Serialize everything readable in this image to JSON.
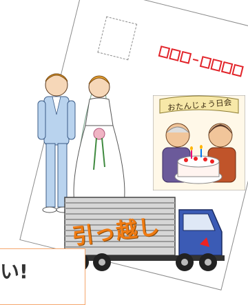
{
  "postcard": {
    "zip_boxes": 7
  },
  "birthday": {
    "banner_text": "おたんじょう日会"
  },
  "truck": {
    "side_text": "引っ越し"
  },
  "speech_box": {
    "text": "い!"
  },
  "colors": {
    "zip_red": "#e2242a",
    "truck_orange": "#f07b12",
    "truck_cab_blue": "#3b5bb5",
    "speech_border": "#f5a66c"
  }
}
